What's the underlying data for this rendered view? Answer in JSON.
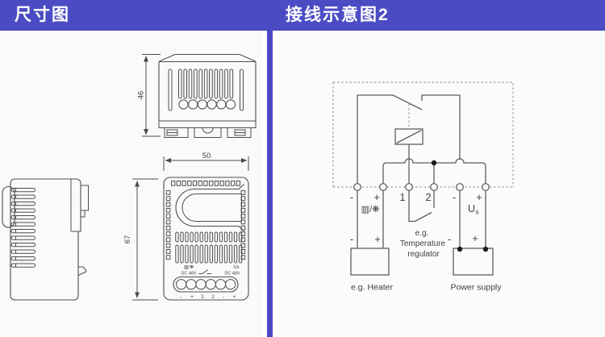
{
  "header": {
    "left_title": "尺寸图",
    "right_title": "接线示意图2"
  },
  "colors": {
    "header_bg": "#4b4cc4",
    "divider": "#4e48c9",
    "panel_bg": "#fafbf8",
    "line": "#4d4d4d"
  },
  "dimension_panel": {
    "dims": {
      "top_view_height": "46",
      "front_width": "50",
      "front_height": "67"
    },
    "device_labels": {
      "left_symbol": "▥/❋",
      "left_voltage": "DC 48V",
      "right_symbol": "Us",
      "right_voltage": "DC 48V",
      "terminals": [
        "-",
        "+",
        "1",
        "2",
        "-",
        "+"
      ]
    }
  },
  "wiring_panel": {
    "terminals": [
      "-",
      "+",
      "1",
      "2",
      "-",
      "+"
    ],
    "load_symbol": "▥/❋",
    "supply_symbol": "U",
    "supply_symbol_sub": "s",
    "heater_neg": "-",
    "heater_pos": "+",
    "supply_neg": "-",
    "supply_pos": "+",
    "regulator_line1": "e.g.",
    "regulator_line2": "Temperature",
    "regulator_line3": "regulator",
    "heater_caption": "e.g. Heater",
    "supply_caption": "Power supply"
  }
}
